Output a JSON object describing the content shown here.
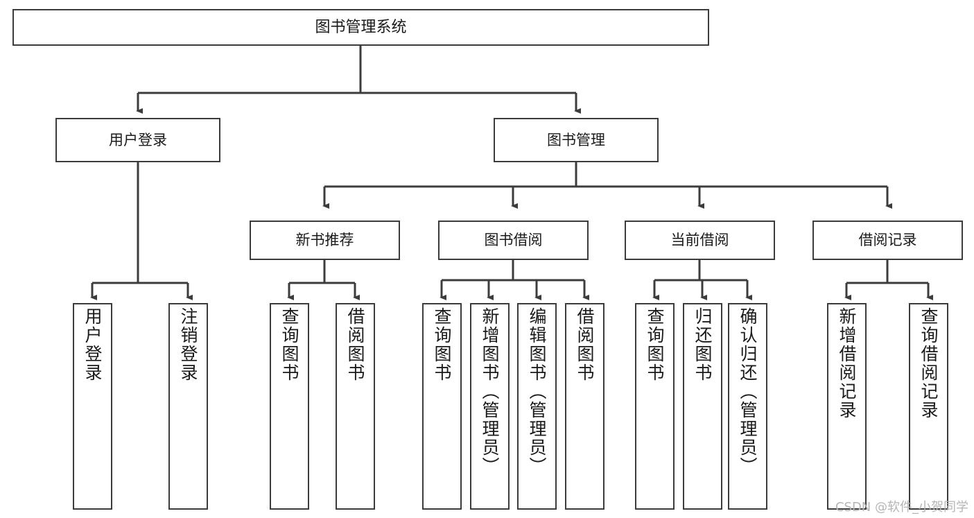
{
  "diagram": {
    "type": "tree-hierarchy",
    "title": "图书管理系统",
    "watermark": "CSDN @软件_小贺同学",
    "colors": {
      "border": "#3c3c3c",
      "text": "#1a1a1a",
      "background": "#ffffff",
      "connector": "#3c3c3c",
      "watermark": "#b5b5b5"
    },
    "nodes": {
      "root": {
        "label": "图书管理系统"
      },
      "level2": [
        {
          "label": "用户登录"
        },
        {
          "label": "图书管理"
        }
      ],
      "level3": [
        {
          "label": "新书推荐"
        },
        {
          "label": "图书借阅"
        },
        {
          "label": "当前借阅"
        },
        {
          "label": "借阅记录"
        }
      ],
      "leaves": {
        "user_login": [
          {
            "label": "用户登录"
          },
          {
            "label": "注销登录"
          }
        ],
        "new_book_rec": [
          {
            "label": "查询图书"
          },
          {
            "label": "借阅图书"
          }
        ],
        "book_borrow": [
          {
            "label": "查询图书"
          },
          {
            "label": "新增图书（管理员）"
          },
          {
            "label": "编辑图书（管理员）"
          },
          {
            "label": "借阅图书"
          }
        ],
        "current_borrow": [
          {
            "label": "查询图书"
          },
          {
            "label": "归还图书"
          },
          {
            "label": "确认归还（管理员）"
          }
        ],
        "borrow_record": [
          {
            "label": "新增借阅记录"
          },
          {
            "label": "查询借阅记录"
          }
        ]
      }
    }
  }
}
